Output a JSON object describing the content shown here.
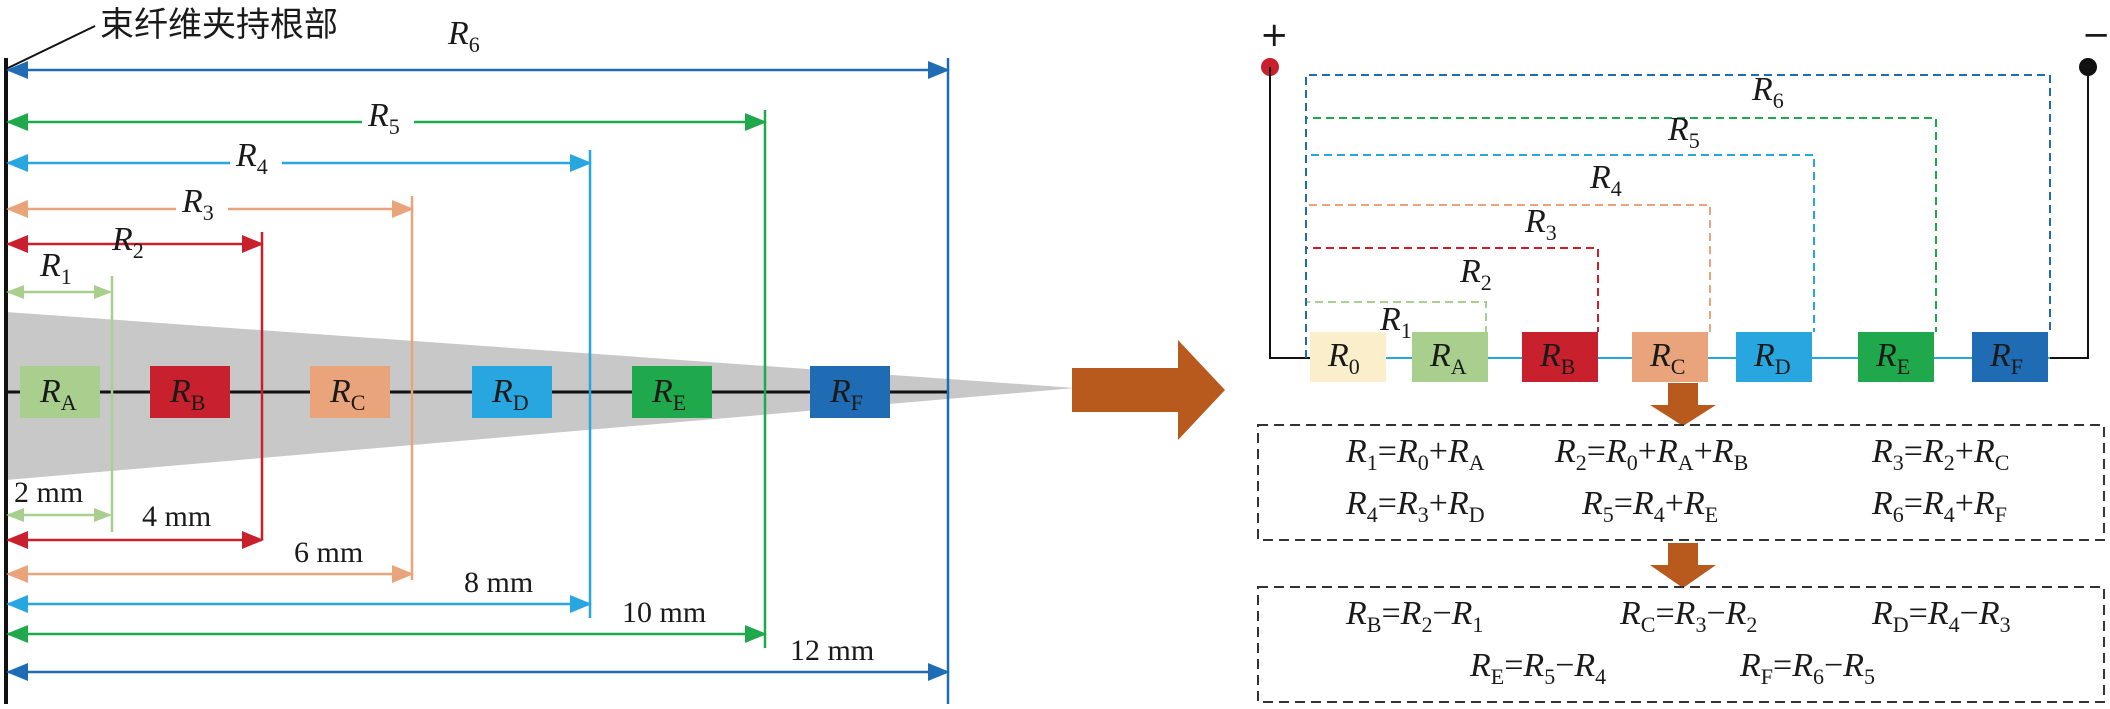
{
  "left": {
    "root_label": "束纤维夹持根部",
    "segments": [
      {
        "name": "A",
        "color": "#a8cf8d"
      },
      {
        "name": "B",
        "color": "#c8202c"
      },
      {
        "name": "C",
        "color": "#eaa47c"
      },
      {
        "name": "D",
        "color": "#28a6e0"
      },
      {
        "name": "E",
        "color": "#20a84c"
      },
      {
        "name": "F",
        "color": "#1f6cb5"
      }
    ],
    "resistances": [
      {
        "r": "R",
        "sub": "1",
        "color": "#a8cf8d",
        "length": "2 mm"
      },
      {
        "r": "R",
        "sub": "2",
        "color": "#c8202c",
        "length": "4 mm"
      },
      {
        "r": "R",
        "sub": "3",
        "color": "#eaa47c",
        "length": "6 mm"
      },
      {
        "r": "R",
        "sub": "4",
        "color": "#28a6e0",
        "length": "8 mm"
      },
      {
        "r": "R",
        "sub": "5",
        "color": "#20a84c",
        "length": "10 mm"
      },
      {
        "r": "R",
        "sub": "6",
        "color": "#1f6cb5",
        "length": "12 mm"
      }
    ]
  },
  "arrow_color": "#b85a1e",
  "right": {
    "plus": "+",
    "minus": "−",
    "r0": {
      "name": "0",
      "color": "#fbeecb"
    },
    "equations_1": [
      "R1=R0+RA",
      "R2=R0+RA+RB",
      "R3=R2+RC",
      "R4=R3+RD",
      "R5=R4+RE",
      "R6=R4+RF"
    ],
    "equations_2": [
      "RB=R2−R1",
      "RC=R3−R2",
      "RD=R4−R3",
      "RE=R5−R4",
      "RF=R6−R5"
    ]
  }
}
